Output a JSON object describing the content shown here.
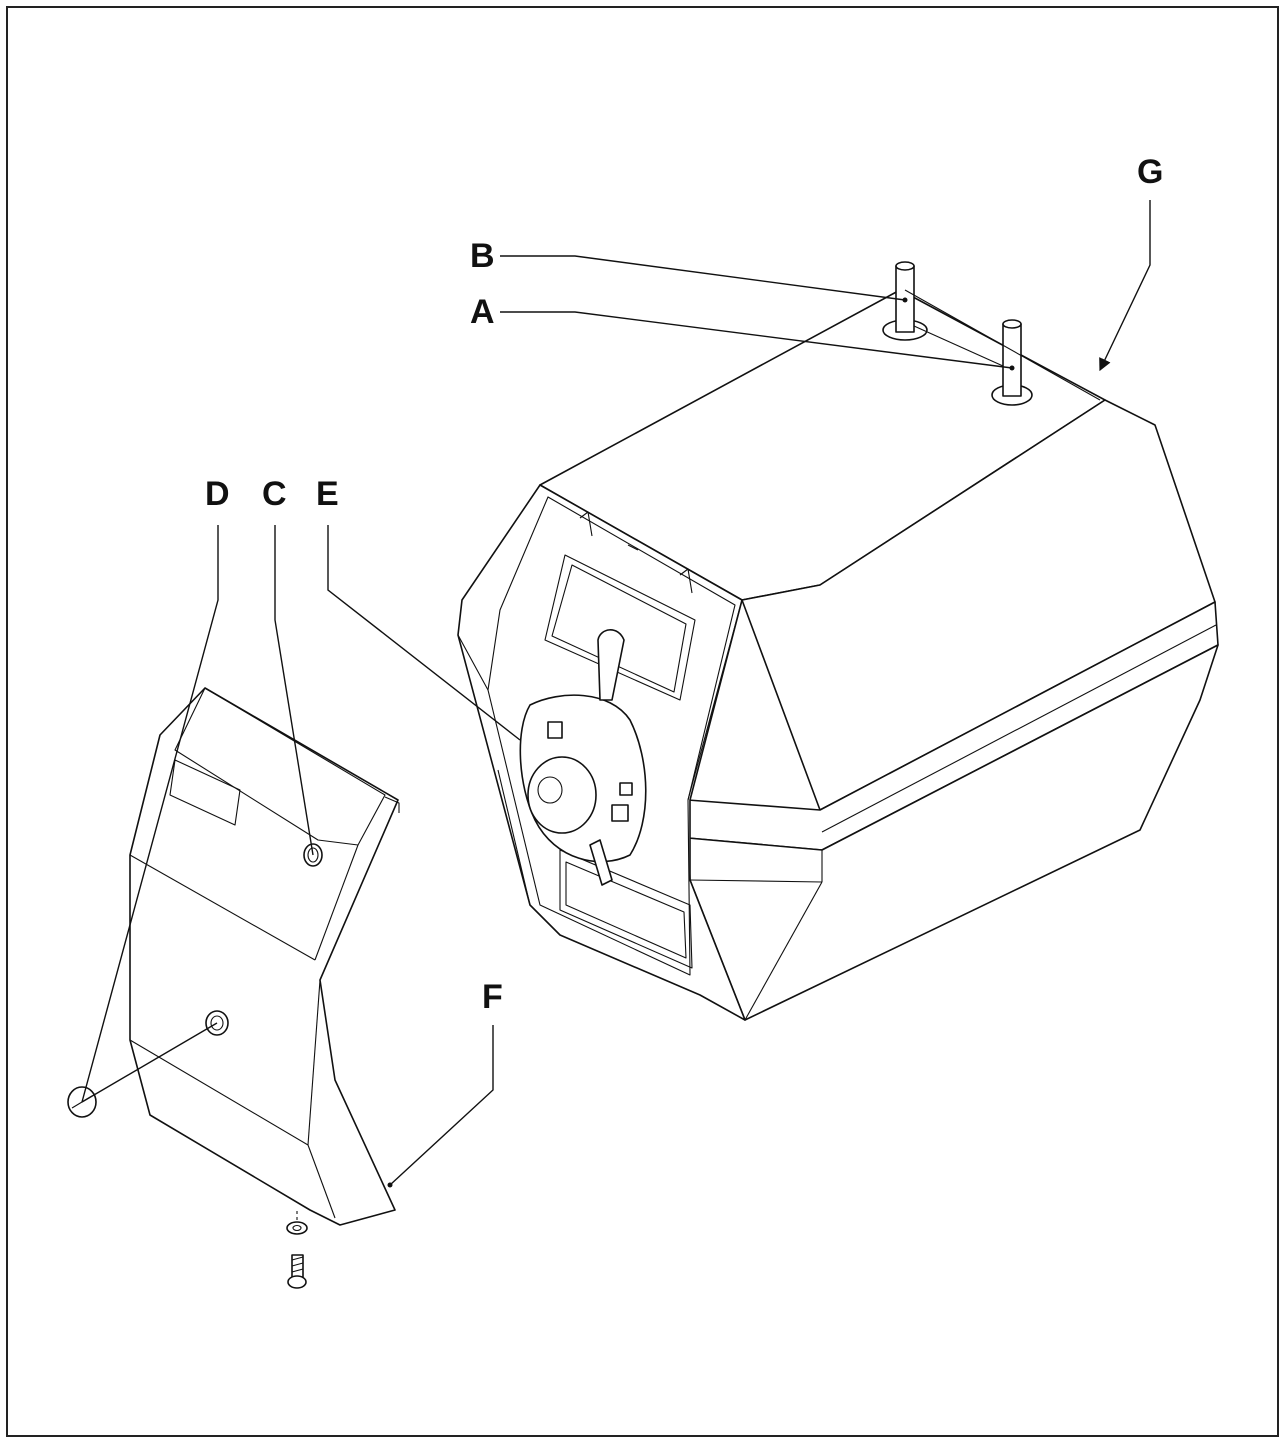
{
  "callouts": {
    "A": "A",
    "B": "B",
    "C": "C",
    "D": "D",
    "E": "E",
    "F": "F",
    "G": "G"
  },
  "colors": {
    "line": "#111111",
    "background": "#ffffff",
    "frame": "#222222"
  }
}
